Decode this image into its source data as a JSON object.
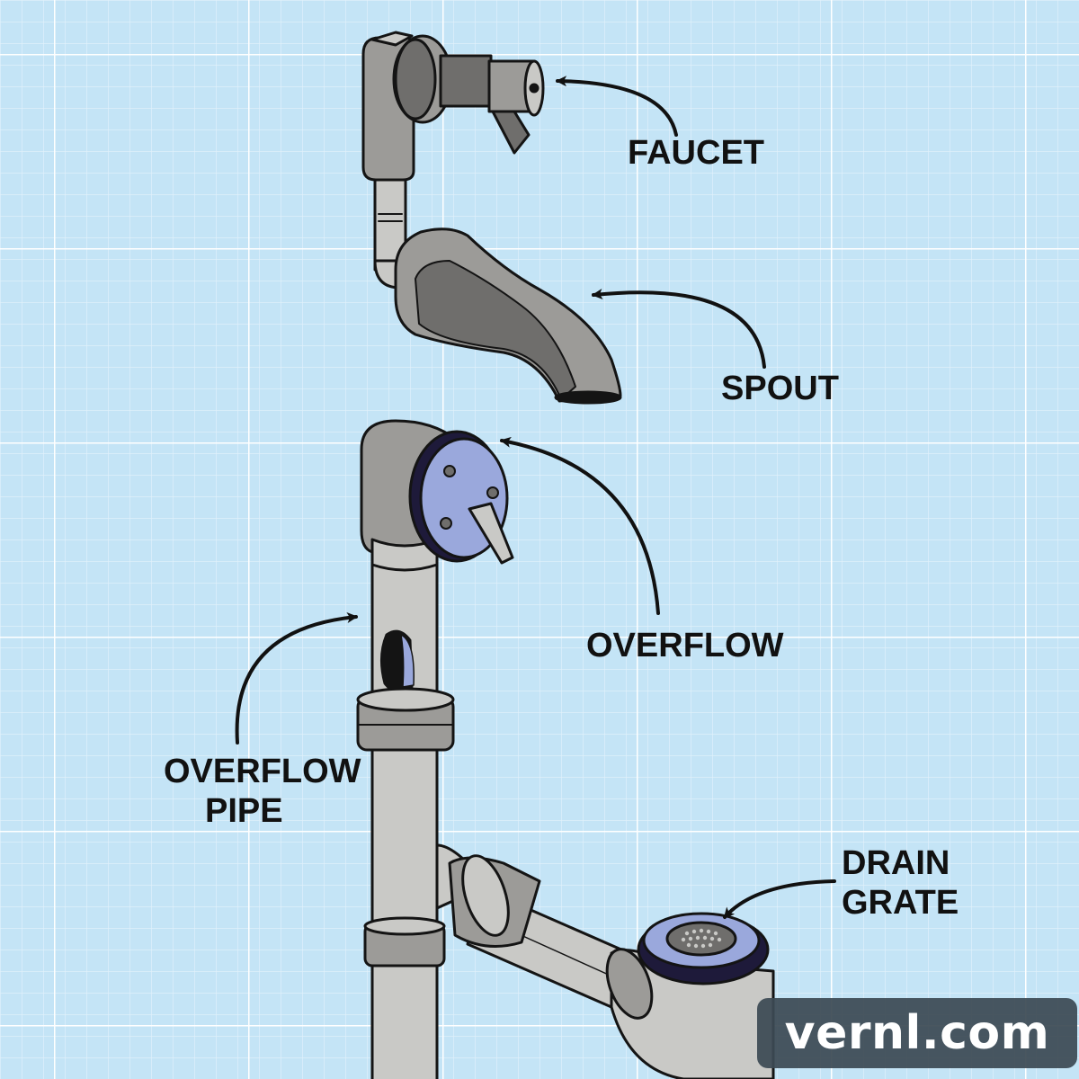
{
  "labels": {
    "faucet": "FAUCET",
    "spout": "SPOUT",
    "overflow": "OVERFLOW",
    "overflow_pipe_line1": "OVERFLOW",
    "overflow_pipe_line2": "PIPE",
    "drain_line1": "DRAIN",
    "drain_line2": "GRATE"
  },
  "watermark": "vernl.com",
  "colors": {
    "background": "#c4e4f6",
    "grid_minor": "#d9eefa",
    "grid_major": "#ffffff",
    "metal_light": "#c9c9c6",
    "metal_mid": "#9c9b98",
    "metal_dark": "#6f6e6c",
    "plate_blue": "#9aa8dc",
    "gasket": "#1e1a3a",
    "outline": "#141414"
  }
}
